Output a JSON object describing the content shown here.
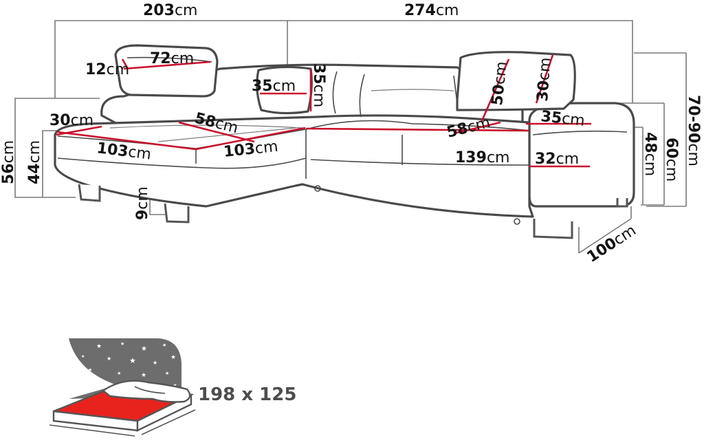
{
  "unit": "cm",
  "dimensions": {
    "total_width_left": "203",
    "total_width_right": "274",
    "headrest_depth": "12",
    "headrest_width": "72",
    "cushion_width": "35",
    "cushion_height": "35",
    "back_height_left": "50",
    "headrest_height_right": "30",
    "total_height_range": "70-90",
    "armrest_width_left": "30",
    "seat_depth_left": "58",
    "chaise_length": "103",
    "chaise_width": "103",
    "seat_depth_right": "58",
    "seat_width_right": "139",
    "armrest_depth_right": "35",
    "armrest_width_right": "32",
    "height_56": "56",
    "seat_height_44": "44",
    "leg_height": "9",
    "seat_height_48": "48",
    "arm_height_60": "60",
    "side_depth": "100"
  },
  "bed": {
    "size_label": "198 x 125"
  },
  "colors": {
    "outline": "#4a4a4a",
    "dimension_marker": "#c9102a",
    "dimension_line": "#7a7a7a",
    "bed_surface": "#e8231e",
    "night_sky": "#6d6d6d"
  }
}
